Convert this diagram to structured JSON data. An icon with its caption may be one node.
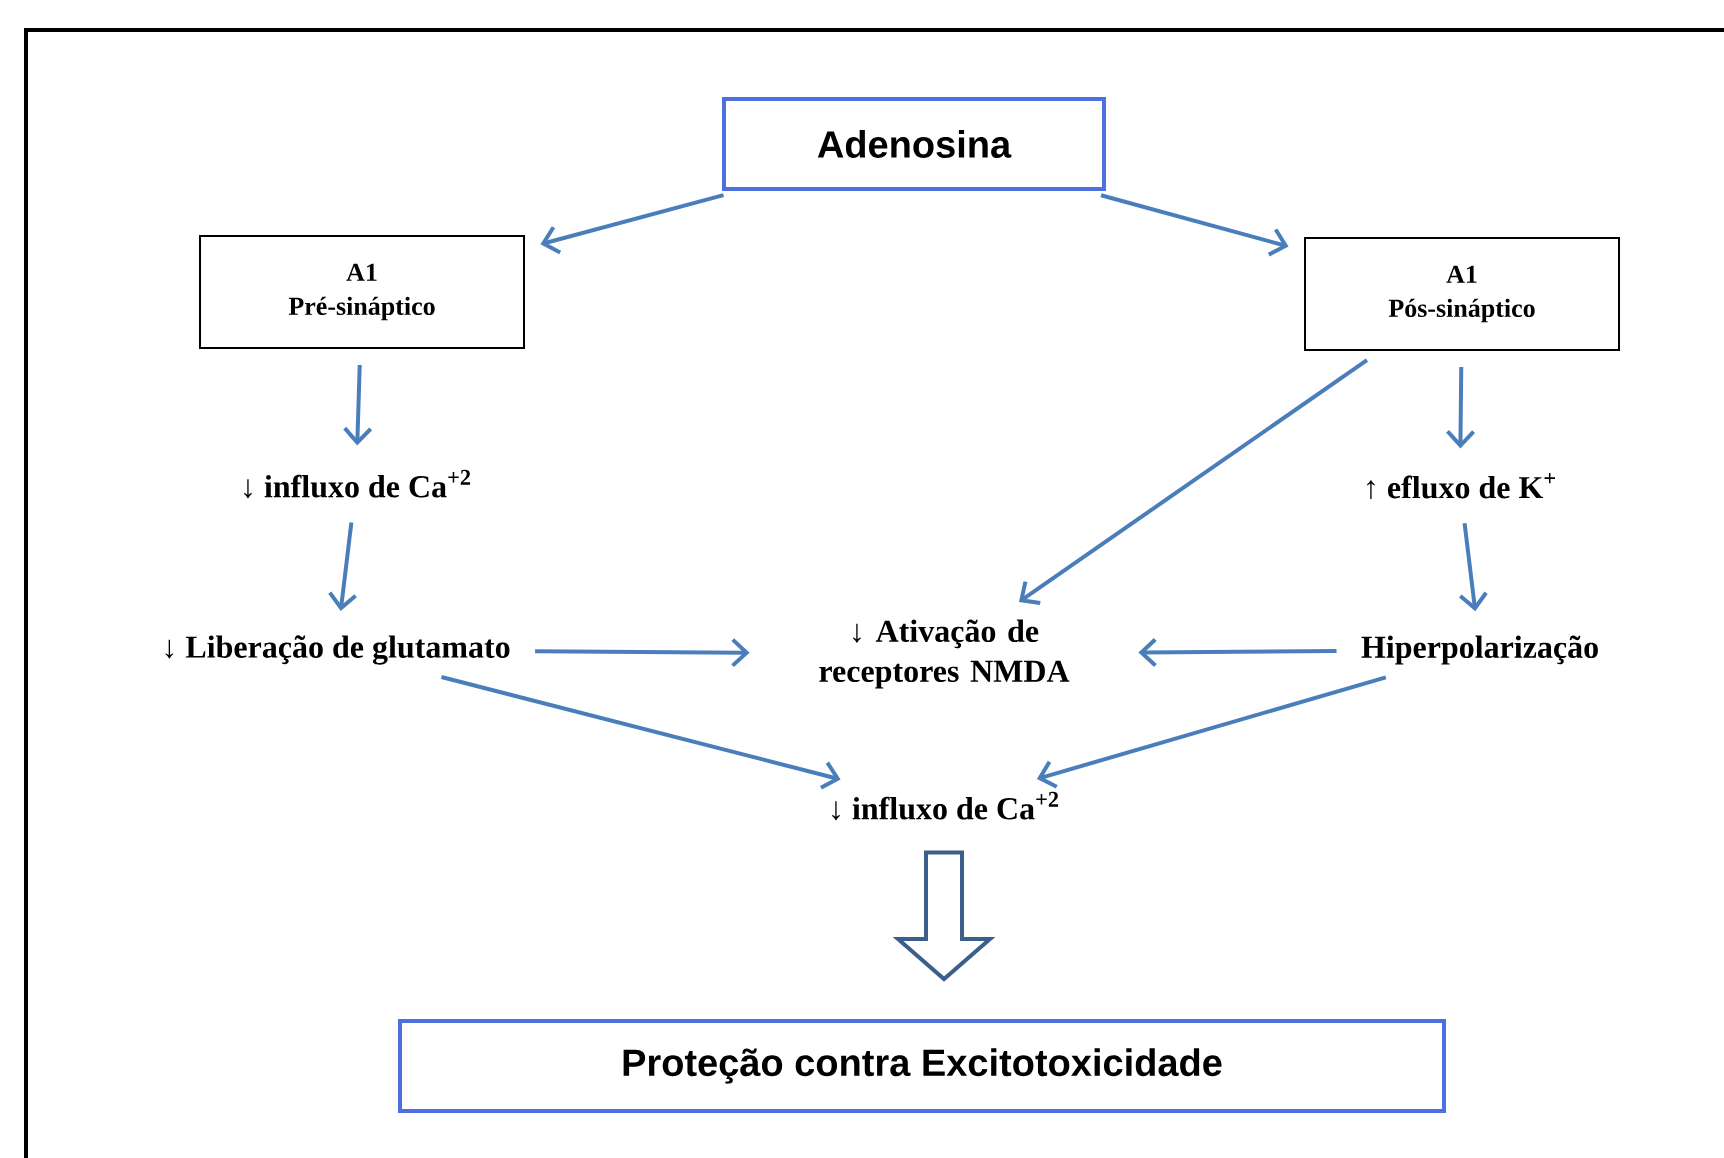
{
  "diagram": {
    "nodes": [
      {
        "text": [
          "Adenosina"
        ]
      },
      {
        "text": [
          "A1",
          "Pré-sináptico"
        ]
      },
      {
        "text": [
          "A1",
          "Pós-sináptico"
        ]
      },
      {
        "text": [
          "↓ influxo de Ca$^{+2}$"
        ]
      },
      {
        "text": [
          "↑ efluxo de K$^{+}$"
        ]
      },
      {
        "text": [
          "↓ Liberação de glutamato"
        ]
      },
      {
        "text": [
          "↓ Ativação de receptores NMDA"
        ]
      },
      {
        "text": [
          "Hiperpolarização"
        ]
      },
      {
        "text": [
          "↓ influxo de Ca$^{+2}$"
        ]
      },
      {
        "text": [
          "Proteção contra Excitotoxicidade"
        ]
      }
    ],
    "edges": [
      {
        "from": 0,
        "to": 1,
        "arrow": "to"
      },
      {
        "from": 0,
        "to": 2,
        "arrow": "to"
      },
      {
        "from": 1,
        "to": 3,
        "arrow": "to"
      },
      {
        "from": 2,
        "to": 4,
        "arrow": "to"
      },
      {
        "from": 2,
        "to": 6,
        "arrow": "to"
      },
      {
        "from": 3,
        "to": 5,
        "arrow": "to"
      },
      {
        "from": 4,
        "to": 7,
        "arrow": "to"
      },
      {
        "from": 5,
        "to": 6,
        "arrow": "to"
      },
      {
        "from": 7,
        "to": 6,
        "arrow": "to"
      },
      {
        "from": 5,
        "to": 8,
        "arrow": "to"
      },
      {
        "from": 7,
        "to": 8,
        "arrow": "to"
      },
      {
        "from": 8,
        "to": 9,
        "arrow": "to",
        "style": "thick"
      }
    ]
  }
}
